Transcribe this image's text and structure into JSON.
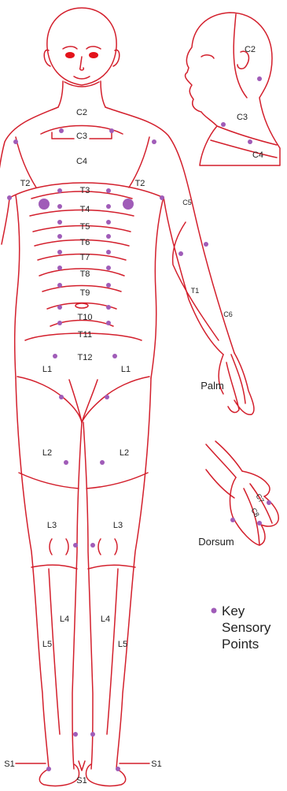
{
  "colors": {
    "line": "#d31f2c",
    "dot": "#a05cb8",
    "eye": "#e3131b",
    "text": "#222222"
  },
  "labels": {
    "body": {
      "c2": "C2",
      "c3": "C3",
      "c4": "C4",
      "t2_left": "T2",
      "t2_right": "T2",
      "t3": "T3",
      "t4": "T4",
      "t5": "T5",
      "t6": "T6",
      "t7": "T7",
      "t8": "T8",
      "t9": "T9",
      "t10": "T10",
      "t11": "T11",
      "t12": "T12",
      "l1_left": "L1",
      "l1_right": "L1",
      "l2_left": "L2",
      "l2_right": "L2",
      "l3_left": "L3",
      "l3_right": "L3",
      "l4_left": "L4",
      "l4_right": "L4",
      "l5_left": "L5",
      "l5_right": "L5",
      "s1_left": "S1",
      "s1_right": "S1",
      "s1_center": "S1"
    },
    "arm": {
      "c5": "C5",
      "t1": "T1",
      "c6": "C6"
    },
    "head": {
      "c2": "C2",
      "c3": "C3",
      "c4": "C4"
    },
    "hand": {
      "palm": "Palm",
      "dorsum": "Dorsum",
      "c7": "C7",
      "c8": "C8"
    }
  },
  "legend": {
    "line1": "Key",
    "line2": "Sensory",
    "line3": "Points"
  }
}
